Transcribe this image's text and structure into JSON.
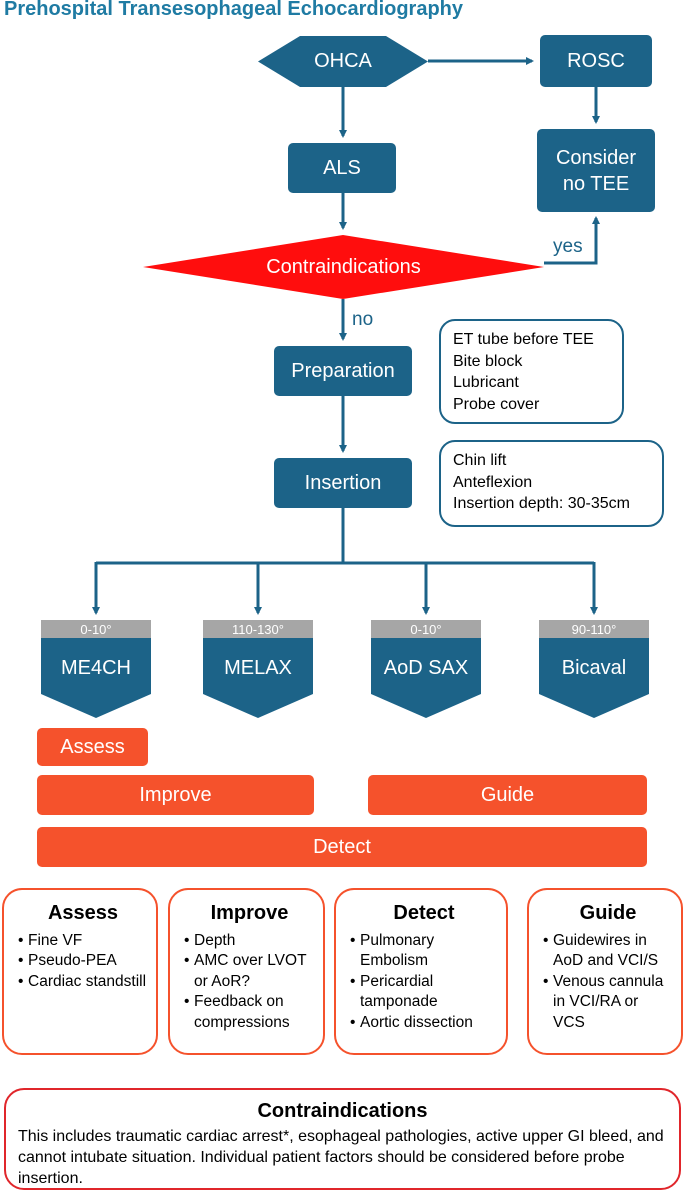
{
  "title": "Prehospital Transesophageal Echocardiography",
  "flow": {
    "ohca": "OHCA",
    "rosc": "ROSC",
    "als": "ALS",
    "consider_no_tee": "Consider no TEE",
    "contraindications": "Contraindications",
    "yes_label": "yes",
    "no_label": "no",
    "preparation": "Preparation",
    "insertion": "Insertion"
  },
  "notes": {
    "preparation": [
      "ET tube before TEE",
      "Bite block",
      "Lubricant",
      "Probe cover"
    ],
    "insertion": [
      "Chin lift",
      "Anteflexion",
      "Insertion depth: 30-35cm"
    ]
  },
  "views": [
    {
      "angle": "0-10°",
      "name": "ME4CH"
    },
    {
      "angle": "110-130°",
      "name": "MELAX"
    },
    {
      "angle": "0-10°",
      "name": "AoD SAX"
    },
    {
      "angle": "90-110°",
      "name": "Bicaval"
    }
  ],
  "bars": {
    "assess": "Assess",
    "improve": "Improve",
    "guide": "Guide",
    "detect": "Detect"
  },
  "cards": [
    {
      "title": "Assess",
      "items": [
        "Fine VF",
        "Pseudo-PEA",
        "Cardiac standstill"
      ]
    },
    {
      "title": "Improve",
      "items": [
        "Depth",
        "AMC over LVOT or AoR?",
        "Feedback on compressions"
      ]
    },
    {
      "title": "Detect",
      "items": [
        "Pulmonary Embolism",
        "Pericardial tamponade",
        "Aortic dissection"
      ]
    },
    {
      "title": "Guide",
      "items": [
        "Guidewires in AoD and VCI/S",
        "Venous cannula in VCI/RA or VCS"
      ]
    }
  ],
  "contraindications_box": {
    "title": "Contraindications",
    "text": "This includes traumatic cardiac arrest*, esophageal pathologies, active upper GI bleed, and cannot intubate situation. Individual patient factors should be considered before probe insertion."
  },
  "colors": {
    "primary": "#1c6388",
    "title": "#1f7ba3",
    "alert": "#ff0d0d",
    "accent": "#f5522c",
    "angle_tab": "#a6a6a6",
    "border_red": "#e0262b"
  }
}
